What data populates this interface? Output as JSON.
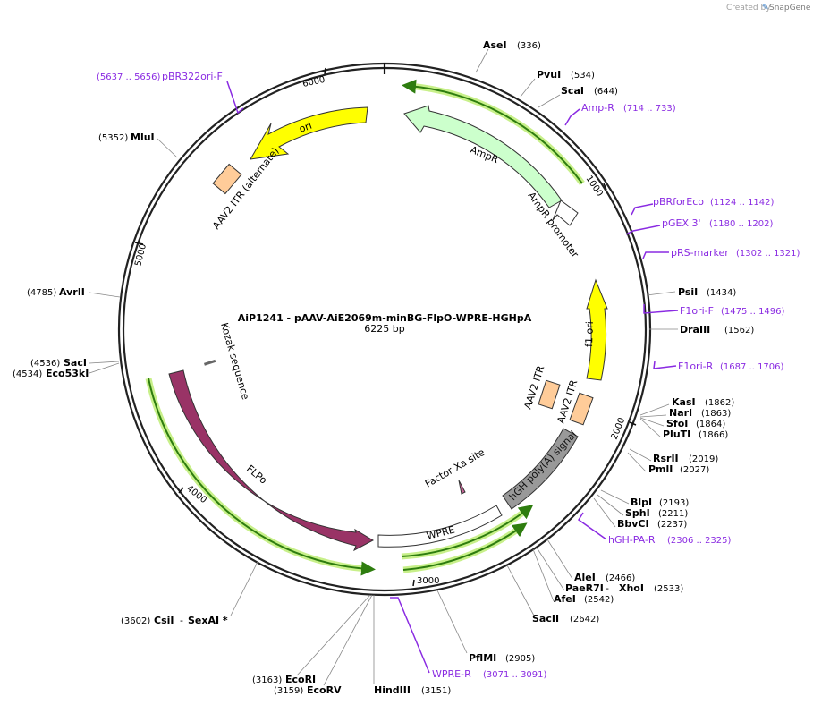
{
  "credit": {
    "prefix": "Created by",
    "brand": "SnapGene"
  },
  "plasmid": {
    "name": "AiP1241 - pAAV-AiE2069m-minBG-FlpO-WPRE-HGHpA",
    "size": "6225 bp"
  },
  "ticks": {
    "t1000": "1000",
    "t2000": "2000",
    "t3000": "3000",
    "t4000": "4000",
    "t5000": "5000",
    "t6000": "6000"
  },
  "features": {
    "ori": "ori",
    "ampr": "AmpR",
    "ampr_promoter": "AmpR promoter",
    "itr_alt": "AAV2 ITR (alternate)",
    "f1ori": "f1 ori",
    "itr1": "AAV2 ITR",
    "itr2": "AAV2 ITR",
    "hgh": "hGH poly(A) signal",
    "factorxa": "Factor Xa site",
    "wpre": "WPRE",
    "flpo": "FLPo",
    "kozak": "Kozak sequence"
  },
  "sites": {
    "asei": {
      "name": "AseI",
      "pos": "(336)"
    },
    "pvui": {
      "name": "PvuI",
      "pos": "(534)"
    },
    "scai": {
      "name": "ScaI",
      "pos": "(644)"
    },
    "psii": {
      "name": "PsiI",
      "pos": "(1434)"
    },
    "draiii": {
      "name": "DraIII",
      "pos": "(1562)"
    },
    "kasi": {
      "name": "KasI",
      "pos": "(1862)"
    },
    "nari": {
      "name": "NarI",
      "pos": "(1863)"
    },
    "sfoi": {
      "name": "SfoI",
      "pos": "(1864)"
    },
    "pluti": {
      "name": "PluTI",
      "pos": "(1866)"
    },
    "rsrii": {
      "name": "RsrII",
      "pos": "(2019)"
    },
    "pmli": {
      "name": "PmlI",
      "pos": "(2027)"
    },
    "blpi": {
      "name": "BlpI",
      "pos": "(2193)"
    },
    "sphi": {
      "name": "SphI",
      "pos": "(2211)"
    },
    "bbvci": {
      "name": "BbvCI",
      "pos": "(2237)"
    },
    "alei": {
      "name": "AleI",
      "pos": "(2466)"
    },
    "paer7i": {
      "name": "PaeR7I",
      "sep": " - ",
      "alt": "XhoI",
      "pos": "(2533)"
    },
    "afei": {
      "name": "AfeI",
      "pos": "(2542)"
    },
    "sacii": {
      "name": "SacII",
      "pos": "(2642)"
    },
    "pflmi": {
      "name": "PflMI",
      "pos": "(2905)"
    },
    "hindiii": {
      "name": "HindIII",
      "pos": "(3151)"
    },
    "ecorv": {
      "name": "EcoRV",
      "pos": "(3159)"
    },
    "ecori": {
      "name": "EcoRI",
      "pos": "(3163)"
    },
    "csii": {
      "name": "CsiI",
      "sep": " - ",
      "alt": "SexAI *",
      "pos": "(3602)"
    },
    "saci": {
      "name": "SacI",
      "pos": "(4536)"
    },
    "eco53ki": {
      "name": "Eco53kI",
      "pos": "(4534)"
    },
    "avrii": {
      "name": "AvrII",
      "pos": "(4785)"
    },
    "mlui": {
      "name": "MluI",
      "pos": "(5352)"
    }
  },
  "primers": {
    "ampr": {
      "name": "Amp-R",
      "range": "(714 .. 733)"
    },
    "pbrforeco": {
      "name": "pBRforEco",
      "range": "(1124 .. 1142)"
    },
    "pgex3": {
      "name": "pGEX 3'",
      "range": "(1180 .. 1202)"
    },
    "prsmarker": {
      "name": "pRS-marker",
      "range": "(1302 .. 1321)"
    },
    "f1orif": {
      "name": "F1ori-F",
      "range": "(1475 .. 1496)"
    },
    "f1orir": {
      "name": "F1ori-R",
      "range": "(1687 .. 1706)"
    },
    "hghpar": {
      "name": "hGH-PA-R",
      "range": "(2306 .. 2325)"
    },
    "wprer": {
      "name": "WPRE-R",
      "range": "(3071 .. 3091)"
    },
    "pbr322orif": {
      "name": "pBR322ori-F",
      "range": "(5637 .. 5656)"
    }
  },
  "colors": {
    "backbone": "#222222",
    "ori": "#ffff00",
    "ampr": "#ccffcc",
    "itr": "#ffcc99",
    "f1ori": "#ffff00",
    "hgh": "#999999",
    "flpo": "#993366",
    "primer": "#8a2be2",
    "orf_glow": "#c8f08a",
    "orf_line": "#2e7d0f"
  }
}
